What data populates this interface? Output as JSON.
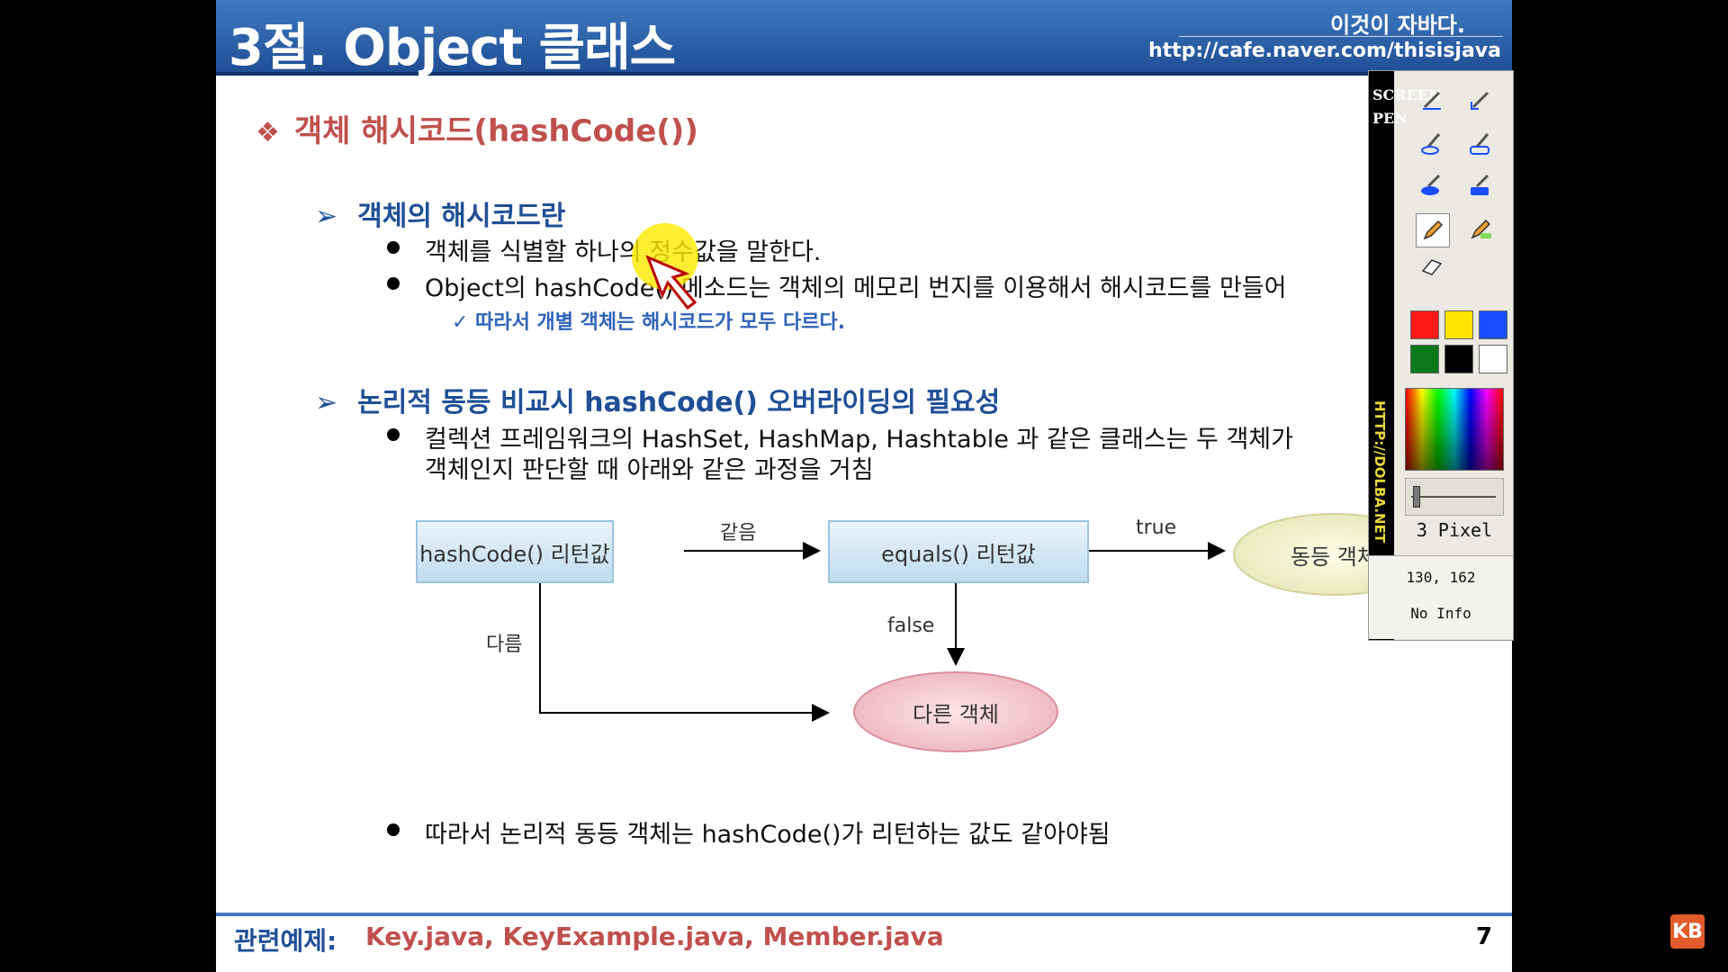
{
  "header": {
    "title": "3절. Object 클래스",
    "brand_title": "이것이 자바다.",
    "brand_url": "http://cafe.naver.com/thisisjava"
  },
  "section": {
    "marker": "❖",
    "title": "객체 해시코드(hashCode())"
  },
  "subsection1": {
    "arrow": "➢",
    "title": "객체의 해시코드란",
    "bullet1": "객체를  식별할 하나의 정수값을 말한다.",
    "bullet2": "Object의 hashCode() 메소드는 객체의 메모리 번지를 이용해서 해시코드를 만들어",
    "check": "✓ 따라서 개별 객체는 해시코드가  모두 다르다."
  },
  "subsection2": {
    "arrow": "➢",
    "title": "논리적 동등 비교시 hashCode() 오버라이딩의 필요성",
    "bullet1_line1": "컬렉션 프레임워크의  HashSet, HashMap, Hashtable 과 같은 클래스는 두 객체가",
    "bullet1_line2": "객체인지 판단할 때 아래와 같은 과정을 거침",
    "bullet2": "따라서 논리적 동등 객체는 hashCode()가 리턴하는 값도 같아야됨"
  },
  "flow": {
    "hash_box": "hashCode()  리턴값",
    "equals_box": "equals()  리턴값",
    "equal_node": "동등 객체",
    "diff_node": "다른 객체",
    "label_same": "같음",
    "label_true": "true",
    "label_false": "false",
    "label_diff": "다름"
  },
  "footer": {
    "label": "관련예제:",
    "files": "Key.java, KeyExample.java, Member.java",
    "page": "7"
  },
  "screen_pen": {
    "strip_text": "SCREEN PEN",
    "strip_url": "HTTP://DOLBA.NET",
    "colors": [
      "#ff1a1a",
      "#ffe600",
      "#1a4dff",
      "#0a7a1a",
      "#000000",
      "#ffffff"
    ],
    "pixel_label": "3 Pixel",
    "coords": "130, 162",
    "info": "No Info"
  },
  "logo": "KB"
}
